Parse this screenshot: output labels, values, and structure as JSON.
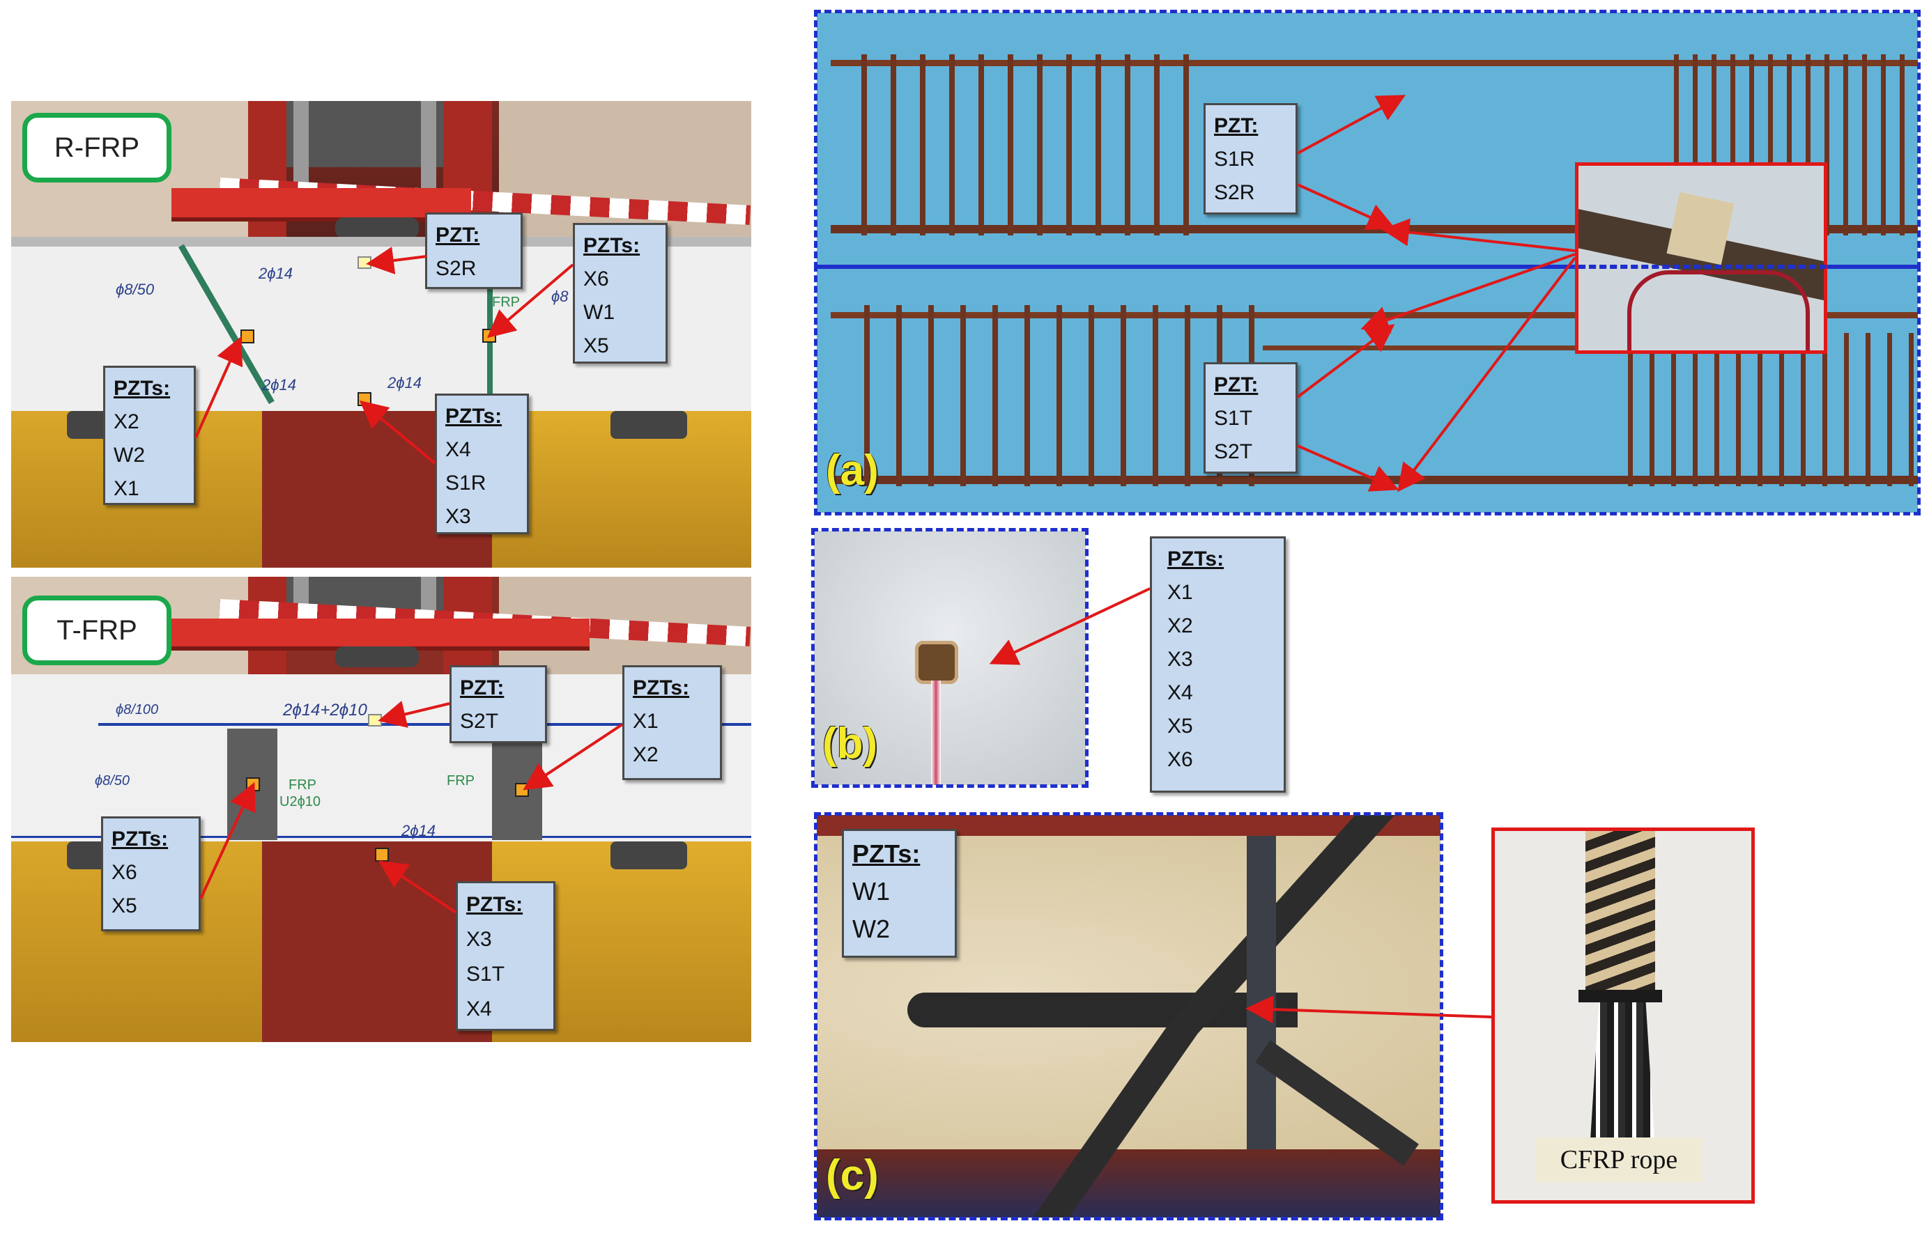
{
  "panels": {
    "rfrp": {
      "tag": "R-FRP",
      "labels": [
        {
          "head": "PZT:",
          "items": [
            "S2R"
          ]
        },
        {
          "head": "PZTs:",
          "items": [
            "X6",
            "W1",
            "X5"
          ]
        },
        {
          "head": "PZTs:",
          "items": [
            "X2",
            "W2",
            "X1"
          ]
        },
        {
          "head": "PZTs:",
          "items": [
            "X4",
            "S1R",
            "X3"
          ]
        }
      ],
      "beam_text": [
        "ϕ8/50",
        "2ϕ14",
        "2ϕ14",
        "2ϕ14",
        "FRP",
        "ϕ8"
      ]
    },
    "tfrp": {
      "tag": "T-FRP",
      "labels": [
        {
          "head": "PZT:",
          "items": [
            "S2T"
          ]
        },
        {
          "head": "PZTs:",
          "items": [
            "X1",
            "X2"
          ]
        },
        {
          "head": "PZTs:",
          "items": [
            "X6",
            "X5"
          ]
        },
        {
          "head": "PZTs:",
          "items": [
            "X3",
            "S1T",
            "X4"
          ]
        }
      ],
      "beam_text": [
        "ϕ8/100",
        "2ϕ14+2ϕ10",
        "ϕ8/50",
        "FRP",
        "U2ϕ10",
        "FRP",
        "2ϕ14"
      ]
    },
    "a": {
      "letter": "(a)",
      "labels": [
        {
          "head": "PZT:",
          "items": [
            "S1R",
            "S2R"
          ]
        },
        {
          "head": "PZT:",
          "items": [
            "S1T",
            "S2T"
          ]
        }
      ]
    },
    "b": {
      "letter": "(b)",
      "label": {
        "head": "PZTs:",
        "items": [
          "X1",
          "X2",
          "X3",
          "X4",
          "X5",
          "X6"
        ]
      }
    },
    "c": {
      "letter": "(c)",
      "label": {
        "head": "PZTs:",
        "items": [
          "W1",
          "W2"
        ]
      },
      "rope_caption": "CFRP rope"
    }
  },
  "colors": {
    "frame_green": "#1aa84a",
    "dash_blue": "#1e2fcc",
    "arrow_red": "#e01818",
    "label_fill": "#c6d9ef",
    "sensor_orange": "#f5a623",
    "letter_yellow": "#f2ea2a"
  }
}
